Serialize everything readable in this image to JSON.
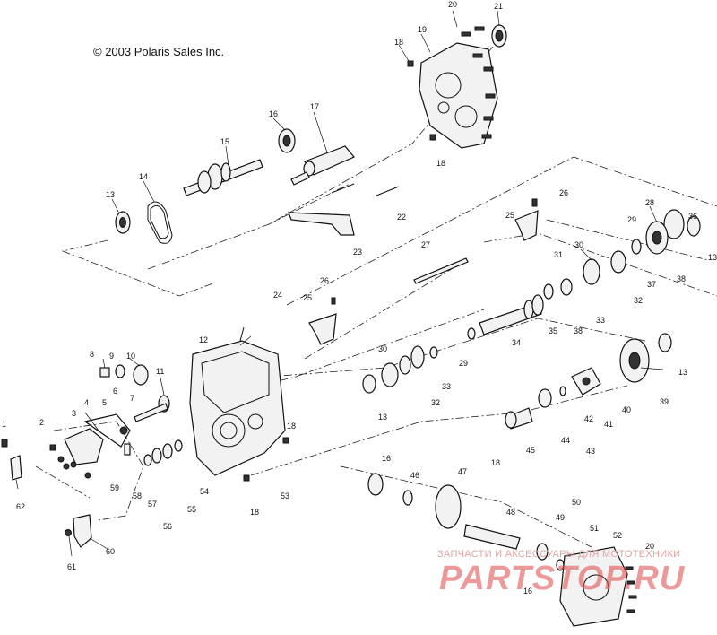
{
  "copyright": "© 2003 Polaris Sales Inc.",
  "watermark": {
    "top_text": "ЗАПЧАСТИ И АКСЕССУАРЫ ДЛЯ МОТОТЕХНИКИ",
    "logo_text": "PARTSTOP.RU"
  },
  "callouts": [
    {
      "id": "c20a",
      "text": "20"
    },
    {
      "id": "c21",
      "text": "21"
    },
    {
      "id": "c18a",
      "text": "18"
    },
    {
      "id": "c19",
      "text": "19"
    },
    {
      "id": "c18b",
      "text": "18"
    },
    {
      "id": "c16a",
      "text": "16"
    },
    {
      "id": "c17",
      "text": "17"
    },
    {
      "id": "c15",
      "text": "15"
    },
    {
      "id": "c14",
      "text": "14"
    },
    {
      "id": "c13a",
      "text": "13"
    },
    {
      "id": "c26a",
      "text": "26"
    },
    {
      "id": "c25a",
      "text": "25"
    },
    {
      "id": "c22",
      "text": "22"
    },
    {
      "id": "c23",
      "text": "23"
    },
    {
      "id": "c24",
      "text": "24"
    },
    {
      "id": "c28",
      "text": "28"
    },
    {
      "id": "c29a",
      "text": "29"
    },
    {
      "id": "c30a",
      "text": "30"
    },
    {
      "id": "c36",
      "text": "36"
    },
    {
      "id": "c13b",
      "text": "13"
    },
    {
      "id": "c27",
      "text": "27"
    },
    {
      "id": "c31",
      "text": "31"
    },
    {
      "id": "c37",
      "text": "37"
    },
    {
      "id": "c38a",
      "text": "38"
    },
    {
      "id": "c32a",
      "text": "32"
    },
    {
      "id": "c33a",
      "text": "33"
    },
    {
      "id": "c26b",
      "text": "26"
    },
    {
      "id": "c25b",
      "text": "25"
    },
    {
      "id": "c35",
      "text": "35"
    },
    {
      "id": "c38b",
      "text": "38"
    },
    {
      "id": "c34",
      "text": "34"
    },
    {
      "id": "c29b",
      "text": "29"
    },
    {
      "id": "c12",
      "text": "12"
    },
    {
      "id": "c30b",
      "text": "30"
    },
    {
      "id": "c33b",
      "text": "33"
    },
    {
      "id": "c32b",
      "text": "32"
    },
    {
      "id": "c13c",
      "text": "13"
    },
    {
      "id": "c8",
      "text": "8"
    },
    {
      "id": "c9",
      "text": "9"
    },
    {
      "id": "c10",
      "text": "10"
    },
    {
      "id": "c11",
      "text": "11"
    },
    {
      "id": "c7",
      "text": "7"
    },
    {
      "id": "c6",
      "text": "6"
    },
    {
      "id": "c5",
      "text": "5"
    },
    {
      "id": "c4",
      "text": "4"
    },
    {
      "id": "c3",
      "text": "3"
    },
    {
      "id": "c2",
      "text": "2"
    },
    {
      "id": "c1",
      "text": "1"
    },
    {
      "id": "c62",
      "text": "62"
    },
    {
      "id": "c59",
      "text": "59"
    },
    {
      "id": "c58",
      "text": "58"
    },
    {
      "id": "c57",
      "text": "57"
    },
    {
      "id": "c56",
      "text": "56"
    },
    {
      "id": "c55",
      "text": "55"
    },
    {
      "id": "c54",
      "text": "54"
    },
    {
      "id": "c53",
      "text": "53"
    },
    {
      "id": "c18c",
      "text": "18"
    },
    {
      "id": "c18d",
      "text": "18"
    },
    {
      "id": "c60",
      "text": "60"
    },
    {
      "id": "c61",
      "text": "61"
    },
    {
      "id": "c42",
      "text": "42"
    },
    {
      "id": "c41",
      "text": "41"
    },
    {
      "id": "c40",
      "text": "40"
    },
    {
      "id": "c39",
      "text": "39"
    },
    {
      "id": "c13d",
      "text": "13"
    },
    {
      "id": "c44",
      "text": "44"
    },
    {
      "id": "c43",
      "text": "43"
    },
    {
      "id": "c45",
      "text": "45"
    },
    {
      "id": "c18e",
      "text": "18"
    },
    {
      "id": "c16b",
      "text": "16"
    },
    {
      "id": "c46",
      "text": "46"
    },
    {
      "id": "c47",
      "text": "47"
    },
    {
      "id": "c48",
      "text": "48"
    },
    {
      "id": "c50",
      "text": "50"
    },
    {
      "id": "c49",
      "text": "49"
    },
    {
      "id": "c51",
      "text": "51"
    },
    {
      "id": "c52",
      "text": "52"
    },
    {
      "id": "c20b",
      "text": "20"
    },
    {
      "id": "c16c",
      "text": "16"
    }
  ]
}
